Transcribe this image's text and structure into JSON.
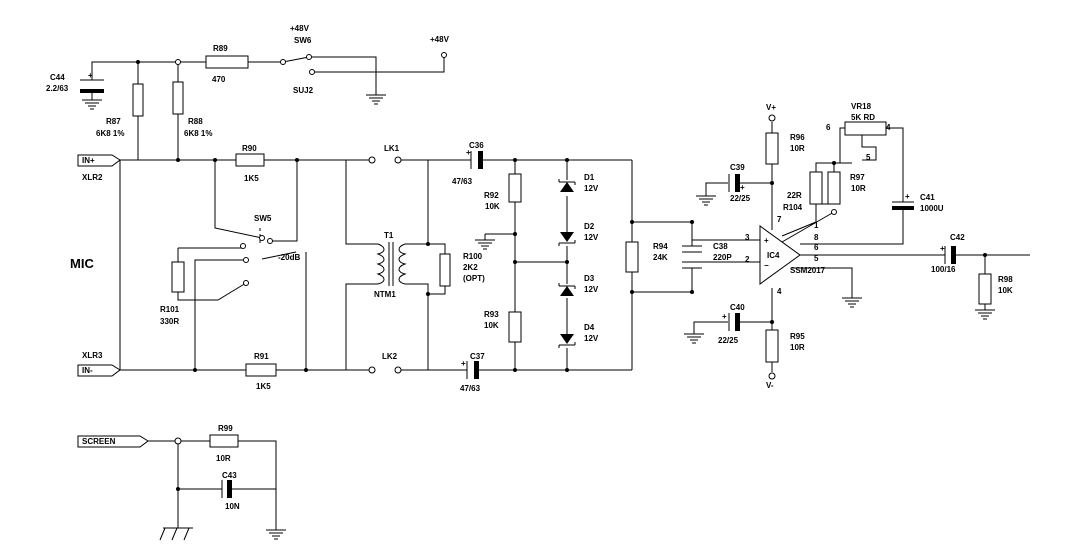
{
  "title": "MIC",
  "ports": {
    "in_plus": "IN+",
    "in_minus": "IN-",
    "screen": "SCREEN"
  },
  "connectors": {
    "xlr2": "XLR2",
    "xlr3": "XLR3"
  },
  "phantom": {
    "plus48_a": "+48V",
    "plus48_b": "+48V",
    "sw6": "SW6",
    "suj2": "SUJ2"
  },
  "components": {
    "c44": {
      "ref": "C44",
      "value": "2.2/63"
    },
    "r87": {
      "ref": "R87",
      "value": "6K8 1%"
    },
    "r88": {
      "ref": "R88",
      "value": "6K8 1%"
    },
    "r89": {
      "ref": "R89",
      "value": "470"
    },
    "r90": {
      "ref": "R90",
      "value": "1K5"
    },
    "r91": {
      "ref": "R91",
      "value": "1K5"
    },
    "r101": {
      "ref": "R101",
      "value": "330R"
    },
    "sw5": {
      "ref": "SW5",
      "value": "-20dB"
    },
    "t1": {
      "ref": "T1",
      "value": "NTM1"
    },
    "r100": {
      "ref": "R100",
      "value": "2K2",
      "note": "(OPT)"
    },
    "lk1": {
      "ref": "LK1"
    },
    "lk2": {
      "ref": "LK2"
    },
    "c36": {
      "ref": "C36",
      "value": "47/63"
    },
    "c37": {
      "ref": "C37",
      "value": "47/63"
    },
    "r92": {
      "ref": "R92",
      "value": "10K"
    },
    "r93": {
      "ref": "R93",
      "value": "10K"
    },
    "d1": {
      "ref": "D1",
      "value": "12V"
    },
    "d2": {
      "ref": "D2",
      "value": "12V"
    },
    "d3": {
      "ref": "D3",
      "value": "12V"
    },
    "d4": {
      "ref": "D4",
      "value": "12V"
    },
    "r94": {
      "ref": "R94",
      "value": "24K"
    },
    "c38": {
      "ref": "C38",
      "value": "220P"
    },
    "c39": {
      "ref": "C39",
      "value": "22/25"
    },
    "c40": {
      "ref": "C40",
      "value": "22/25"
    },
    "r96": {
      "ref": "R96",
      "value": "10R"
    },
    "r95": {
      "ref": "R95",
      "value": "10R"
    },
    "r104": {
      "ref": "R104",
      "value": "22R"
    },
    "r97": {
      "ref": "R97",
      "value": "10R"
    },
    "vr18": {
      "ref": "VR18",
      "value": "5K RD"
    },
    "c41": {
      "ref": "C41",
      "value": "1000U"
    },
    "ic4": {
      "ref": "IC4",
      "part": "SSM2017"
    },
    "c42": {
      "ref": "C42",
      "value": "100/16"
    },
    "r98": {
      "ref": "R98",
      "value": "10K"
    },
    "r99": {
      "ref": "R99",
      "value": "10R"
    },
    "c43": {
      "ref": "C43",
      "value": "10N"
    }
  },
  "rails": {
    "vplus": "V+",
    "vminus": "V-"
  },
  "pins": {
    "p1": "1",
    "p2": "2",
    "p3": "3",
    "p4": "4",
    "p5": "5",
    "p6": "6",
    "p7": "7",
    "p8": "8",
    "vr_4": "4",
    "vr_5": "5",
    "vr_6": "6"
  }
}
